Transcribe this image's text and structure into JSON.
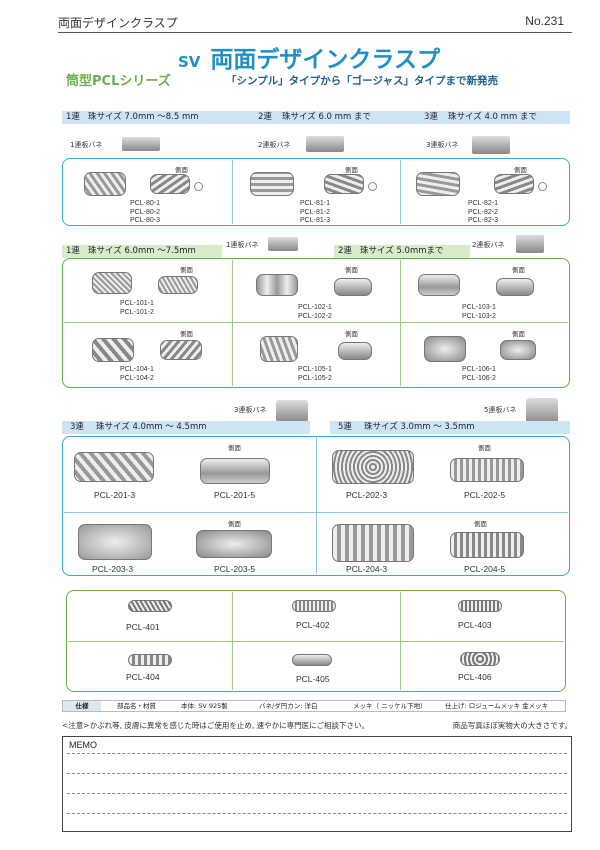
{
  "header": {
    "left": "両面デザインクラスプ",
    "right": "No.231"
  },
  "title": {
    "prefix": "SV",
    "main": "両面デザインクラスプ",
    "series": "筒型PCLシリーズ",
    "tagline": "「シンプル」タイプから「ゴージャス」タイプまで新発売"
  },
  "side_label": "側面",
  "sec1": {
    "bars": [
      {
        "ren": "1連",
        "size": "珠サイズ 7.0mm ～8.5 mm"
      },
      {
        "ren": "2連",
        "size": "珠サイズ 6.0 mm まで"
      },
      {
        "ren": "3連",
        "size": "珠サイズ 4.0 mm まで"
      }
    ],
    "bane": [
      "1連板バネ",
      "2連板バネ",
      "3連板バネ"
    ],
    "cells": [
      {
        "codes": [
          "PCL-80-1",
          "PCL-80-2",
          "PCL-80-3"
        ]
      },
      {
        "codes": [
          "PCL-81-1",
          "PCL-81-2",
          "PCL-81-3"
        ]
      },
      {
        "codes": [
          "PCL-82-1",
          "PCL-82-2",
          "PCL-82-3"
        ]
      }
    ]
  },
  "sec2": {
    "bars": [
      {
        "ren": "1連",
        "size": "珠サイズ 6.0mm ～7.5mm"
      },
      {
        "ren": "2連",
        "size": "珠サイズ 5.0mmまで"
      }
    ],
    "bane": [
      "1連板バネ",
      "2連板バネ"
    ],
    "cells": [
      {
        "codes": [
          "PCL-101-1",
          "PCL-101-2"
        ]
      },
      {
        "codes": [
          "PCL-102-1",
          "PCL-102-2"
        ]
      },
      {
        "codes": [
          "PCL-103-1",
          "PCL-103-2"
        ]
      },
      {
        "codes": [
          "PCL-104-1",
          "PCL-104-2"
        ]
      },
      {
        "codes": [
          "PCL-105-1",
          "PCL-105-2"
        ]
      },
      {
        "codes": [
          "PCL-106-1",
          "PCL-106-2"
        ]
      }
    ]
  },
  "sec3": {
    "bars": [
      {
        "ren": "3連",
        "size": "珠サイズ 4.0mm ～ 4.5mm"
      },
      {
        "ren": "5連",
        "size": "珠サイズ 3.0mm ～ 3.5mm"
      }
    ],
    "bane": [
      "3連板バネ",
      "5連板バネ"
    ],
    "codes": [
      "PCL-201-3",
      "PCL-201-5",
      "PCL-202-3",
      "PCL-202-5",
      "PCL-203-3",
      "PCL-203-5",
      "PCL-204-3",
      "PCL-204-5"
    ]
  },
  "sec4": {
    "codes": [
      "PCL-401",
      "PCL-402",
      "PCL-403",
      "PCL-404",
      "PCL-405",
      "PCL-406"
    ]
  },
  "spec": {
    "head": "仕様",
    "items": [
      "部品名・材質",
      "本体: SV 925製",
      "バネ/ダ円カン: 洋白",
      "メッキ（ ニッケル下地）",
      "仕上げ: ロジュームメッキ 金メッキ"
    ]
  },
  "notice": {
    "left": "<注意>かぶれ等, 皮膚に異常を感じた時はご使用を止め, 速やかに専門医にご相談下さい。",
    "right": "商品写真ほぼ実物大の大きさです。"
  },
  "memo": {
    "title": "MEMO"
  },
  "colors": {
    "blue": "#1f8fc6",
    "green": "#6ab04c",
    "silver": "#b8b8b8"
  }
}
